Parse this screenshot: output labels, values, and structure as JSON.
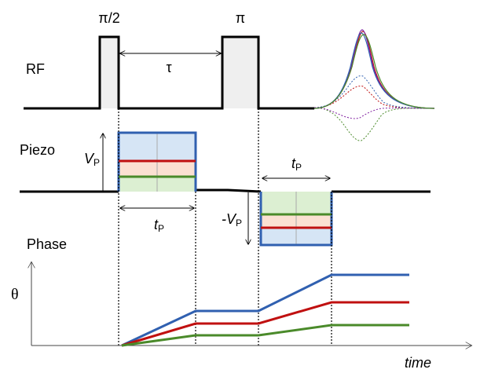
{
  "rf": {
    "label": "RF",
    "pulse_half": "π/2",
    "pulse_pi": "π",
    "delay": "τ"
  },
  "piezo": {
    "label": "Piezo",
    "amp_pos_main": "V",
    "amp_pos_sub": "P",
    "amp_neg_main": "-V",
    "amp_neg_sub": "P",
    "duration_1_main": "t",
    "duration_1_sub": "P",
    "duration_2_main": "t",
    "duration_2_sub": "P"
  },
  "phase": {
    "label": "Phase",
    "axis_label": "θ",
    "x_axis_label": "time"
  },
  "colors": {
    "blue": "#3060b0",
    "red": "#c01010",
    "green": "#4a8a2a",
    "blue_fill": "#d6e5f5",
    "red_fill": "#fbe0d2",
    "green_fill": "#dcefd2",
    "pulse_fill": "#efefef",
    "echo_purple": "#8020a0"
  }
}
